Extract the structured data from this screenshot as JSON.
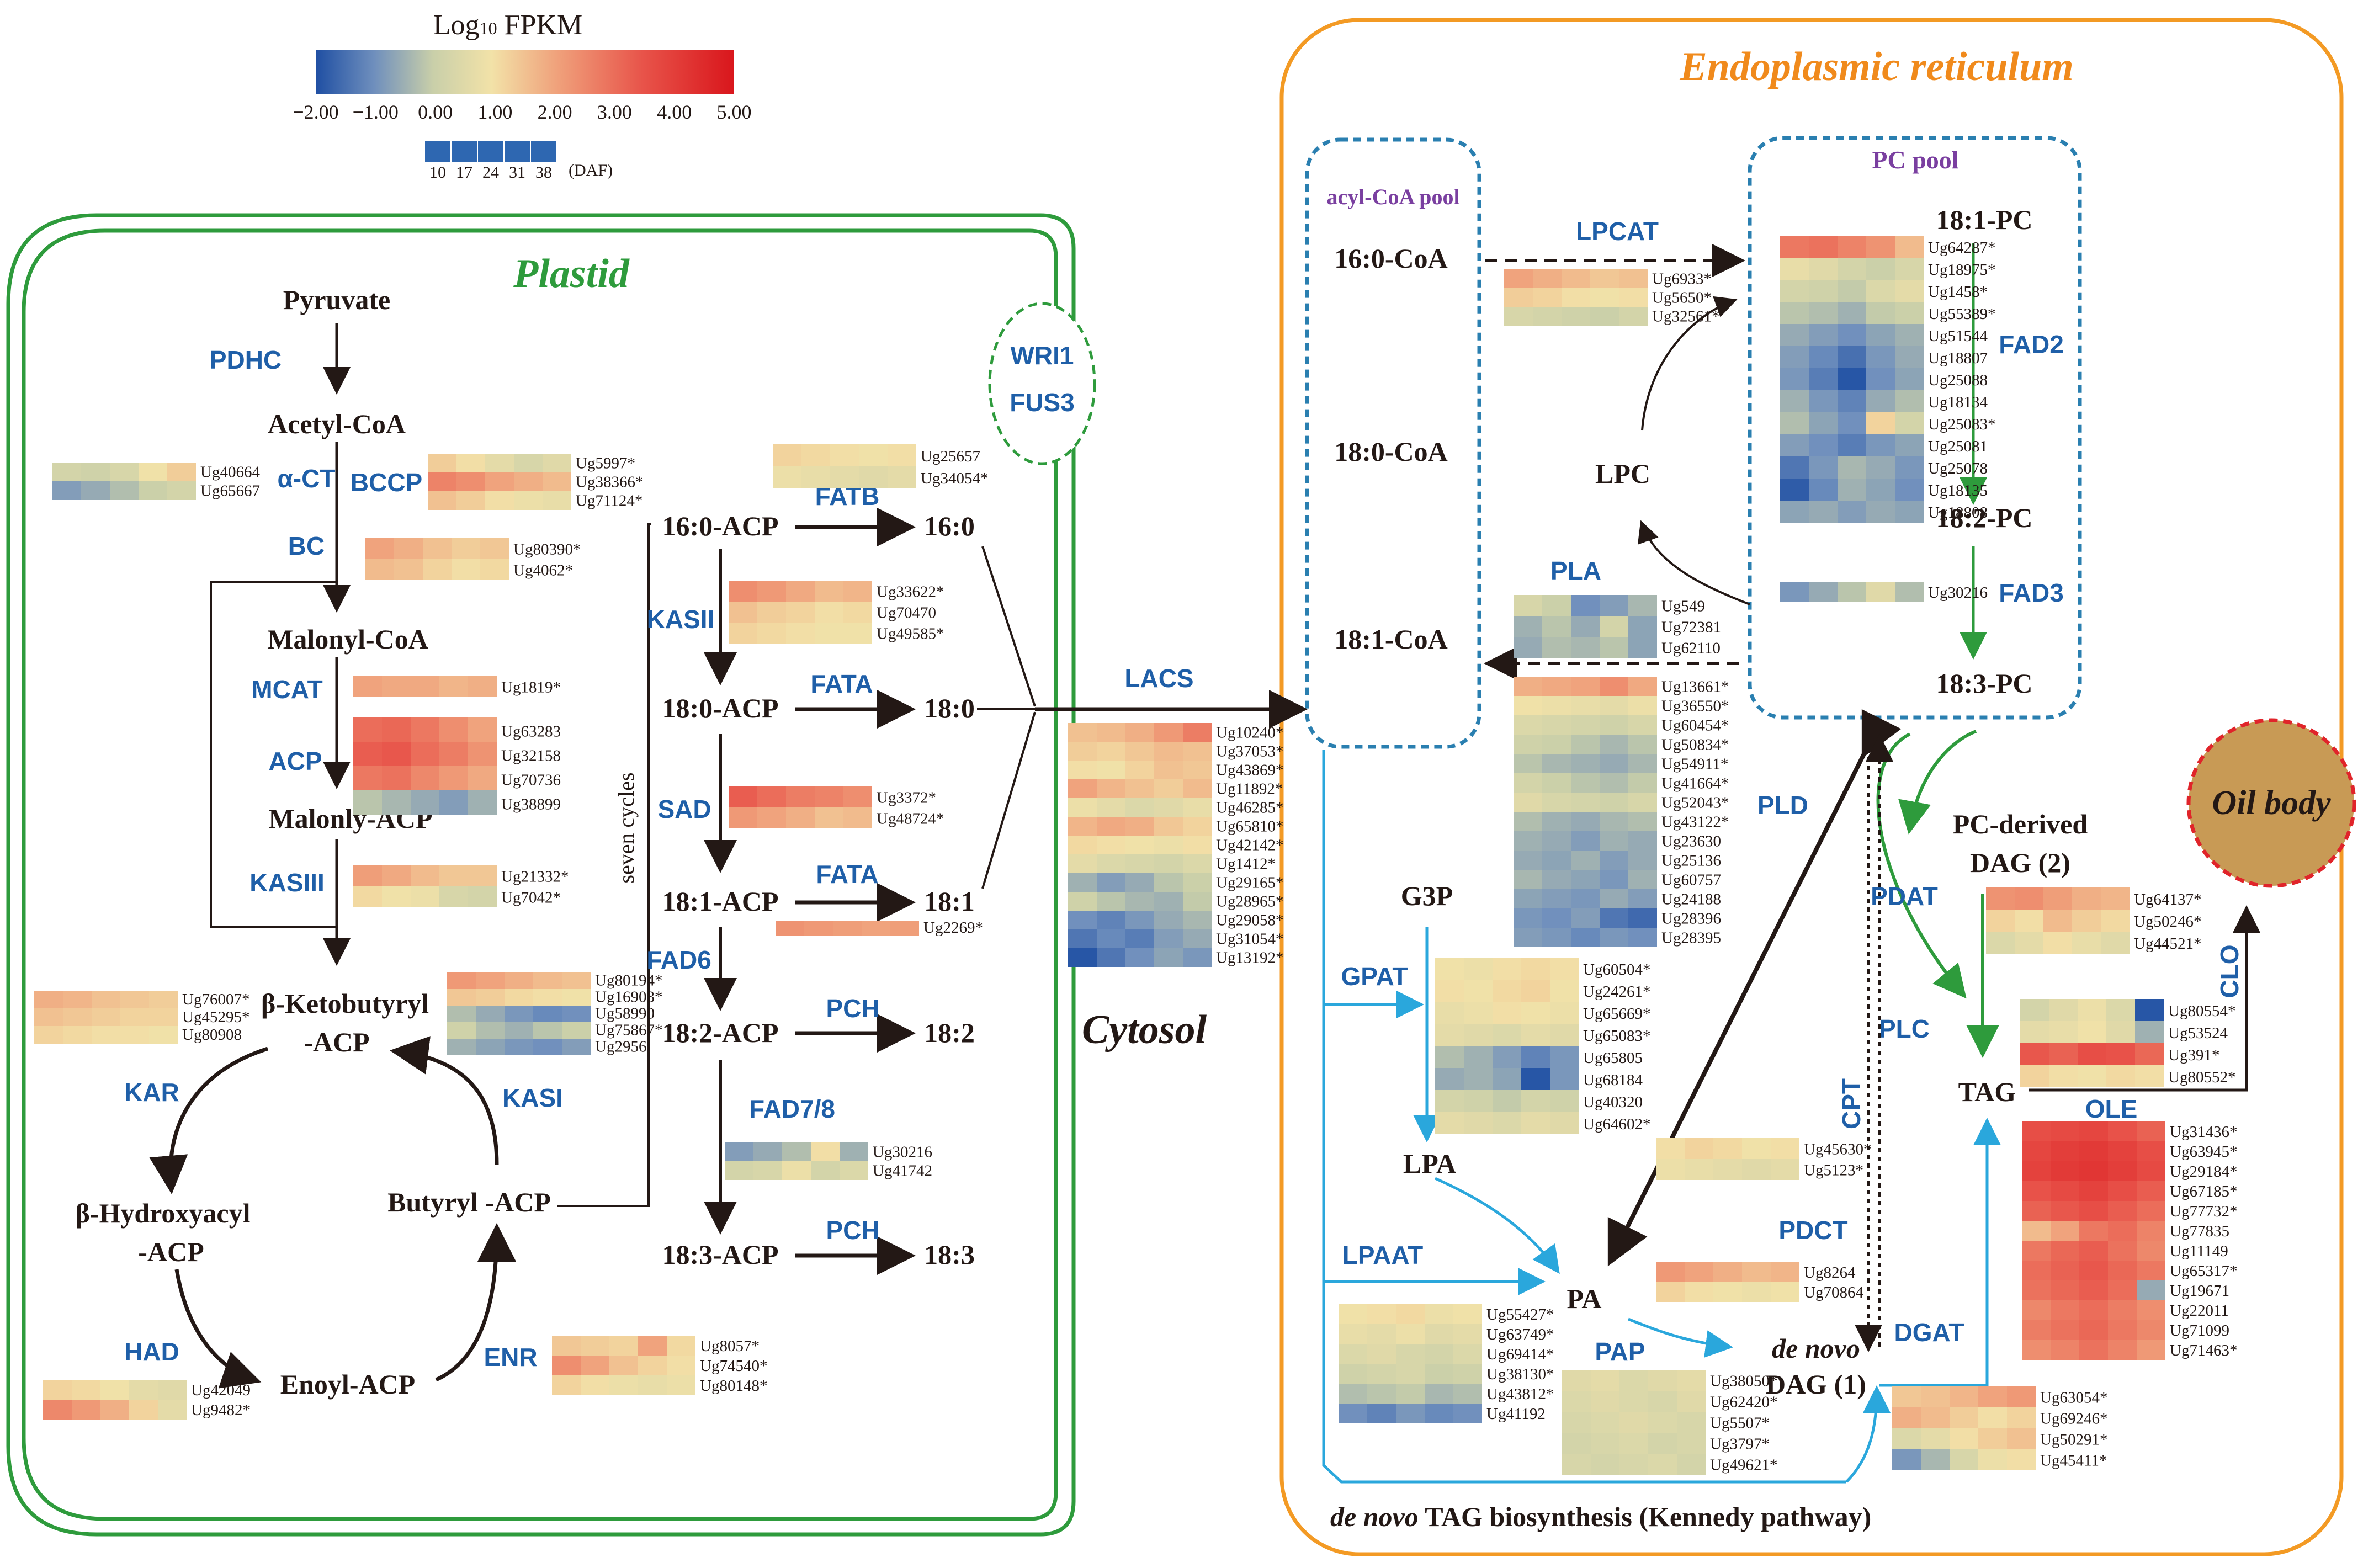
{
  "legend": {
    "title_prefix": "Log",
    "title_sub": "10",
    "title_suffix": " FPKM",
    "ticks": [
      "−2.00",
      "−1.00",
      "0.00",
      "1.00",
      "2.00",
      "3.00",
      "4.00",
      "5.00"
    ],
    "daf": [
      "10",
      "17",
      "24",
      "31",
      "38"
    ],
    "daf_label": "(DAF)",
    "colors": [
      "#1f4fa3",
      "#6f8fbd",
      "#c9cfa9",
      "#f2e2a8",
      "#f0a47d",
      "#e8544a",
      "#d9161c"
    ]
  },
  "regions": {
    "plastid": "Plastid",
    "er": "Endoplasmic reticulum",
    "cytosol": "Cytosol",
    "acyl_pool": "acyl-CoA pool",
    "pc_pool": "PC pool",
    "oil_body": "Oil body",
    "kennedy_italic": "de novo",
    "kennedy_rest": " TAG biosynthesis (Kennedy pathway)",
    "seven_cycles": "seven cycles"
  },
  "colors": {
    "plastid_border": "#2e9b3c",
    "er_border": "#f39a24",
    "pool_border": "#2a7fb0",
    "oil_fill": "#c89a55",
    "oil_border": "#e0242a",
    "blue_arrow": "#2aa7dc",
    "green_arrow": "#2e9b3c",
    "enzyme_text": "#1f5fa8",
    "region_plastid": "#2e9b3c",
    "region_er": "#f08a1c",
    "pool_label": "#7a3fa0"
  },
  "metabolites": {
    "pyruvate": "Pyruvate",
    "acetyl_coa": "Acetyl-CoA",
    "malonyl_coa": "Malonyl-CoA",
    "malonyl_acp": "Malonly-ACP",
    "ketobutyryl_1": "β-Ketobutyryl",
    "ketobutyryl_2": "-ACP",
    "hydroxyacyl_1": "β-Hydroxyacyl",
    "hydroxyacyl_2": "-ACP",
    "butyryl_acp": "Butyryl -ACP",
    "enoyl_acp": "Enoyl-ACP",
    "c160_acp": "16:0-ACP",
    "c180_acp": "18:0-ACP",
    "c181_acp": "18:1-ACP",
    "c182_acp": "18:2-ACP",
    "c183_acp": "18:3-ACP",
    "c160": "16:0",
    "c180": "18:0",
    "c181": "18:1",
    "c182": "18:2",
    "c183": "18:3",
    "coa160": "16:0-CoA",
    "coa180": "18:0-CoA",
    "coa181": "18:1-CoA",
    "pc181": "18:1-PC",
    "pc182": "18:2-PC",
    "pc183": "18:3-PC",
    "lpc": "LPC",
    "g3p": "G3P",
    "lpa": "LPA",
    "pa": "PA",
    "dag_italic": "de novo",
    "dag": "DAG (1)",
    "pcdag_1": "PC-derived",
    "pcdag_2": "DAG (2)",
    "tag": "TAG"
  },
  "enzymes": {
    "pdhc": "PDHC",
    "act": "α-CT",
    "bccp": "BCCP",
    "bc": "BC",
    "mcat": "MCAT",
    "acp": "ACP",
    "kasiii": "KASIII",
    "kar": "KAR",
    "kasi": "KASI",
    "had": "HAD",
    "enr": "ENR",
    "fatb": "FATB",
    "kasii": "KASII",
    "fata1": "FATA",
    "sad": "SAD",
    "fata2": "FATA",
    "fad6": "FAD6",
    "pch1": "PCH",
    "fad78": "FAD7/8",
    "pch2": "PCH",
    "wri1": "WRI1",
    "fus3": "FUS3",
    "lacs": "LACS",
    "lpcat": "LPCAT",
    "fad2": "FAD2",
    "fad3": "FAD3",
    "pla": "PLA",
    "pld": "PLD",
    "gpat": "GPAT",
    "lpaat": "LPAAT",
    "pap": "PAP",
    "plc": "PLC",
    "cpt": "CPT",
    "pdct": "PDCT",
    "dgat": "DGAT",
    "pdat": "PDAT",
    "clo": "CLO",
    "ole": "OLE"
  },
  "heatmaps": [
    {
      "genes": [
        "Ug40664",
        "Ug65667"
      ],
      "values": [
        [
          0.2,
          0.1,
          0.3,
          0.9,
          1.3
        ],
        [
          -0.8,
          -0.6,
          -0.3,
          0.0,
          0.2
        ]
      ]
    },
    {
      "genes": [
        "Ug5997*",
        "Ug38366*",
        "Ug71124*"
      ],
      "values": [
        [
          1.3,
          1.0,
          0.6,
          0.3,
          0.5
        ],
        [
          2.6,
          2.4,
          2.0,
          1.8,
          1.6
        ],
        [
          1.5,
          1.3,
          1.0,
          0.8,
          0.7
        ]
      ]
    },
    {
      "genes": [
        "Ug80390*",
        "Ug4062*"
      ],
      "values": [
        [
          2.0,
          1.8,
          1.5,
          1.3,
          1.4
        ],
        [
          1.6,
          1.5,
          1.2,
          1.0,
          1.1
        ]
      ]
    },
    {
      "genes": [
        "Ug1819*"
      ],
      "values": [
        [
          2.0,
          1.9,
          1.9,
          1.7,
          1.8
        ]
      ]
    },
    {
      "genes": [
        "Ug63283",
        "Ug32158",
        "Ug70736",
        "Ug38899"
      ],
      "values": [
        [
          3.0,
          3.1,
          2.8,
          2.4,
          2.0
        ],
        [
          3.3,
          3.4,
          3.0,
          2.7,
          2.3
        ],
        [
          2.8,
          2.9,
          2.5,
          2.2,
          1.9
        ],
        [
          -0.2,
          -0.4,
          -0.6,
          -0.8,
          -0.5
        ]
      ]
    },
    {
      "genes": [
        "Ug21332*",
        "Ug7042*"
      ],
      "values": [
        [
          2.1,
          1.9,
          1.6,
          1.4,
          1.4
        ],
        [
          1.1,
          0.9,
          0.8,
          0.3,
          0.2
        ]
      ]
    },
    {
      "genes": [
        "Ug76007*",
        "Ug45295*",
        "Ug80908"
      ],
      "values": [
        [
          1.8,
          1.7,
          1.5,
          1.4,
          1.3
        ],
        [
          1.5,
          1.4,
          1.3,
          1.2,
          1.2
        ],
        [
          1.2,
          1.1,
          1.0,
          1.0,
          0.9
        ]
      ]
    },
    {
      "genes": [
        "Ug80194*",
        "Ug16903*",
        "Ug58990",
        "Ug75867*",
        "Ug2956"
      ],
      "values": [
        [
          2.2,
          2.0,
          1.8,
          1.6,
          1.5
        ],
        [
          1.4,
          1.3,
          1.1,
          1.0,
          0.9
        ],
        [
          -0.3,
          -0.6,
          -0.9,
          -1.1,
          -1.0
        ],
        [
          0.1,
          -0.3,
          -0.5,
          -0.2,
          0.0
        ],
        [
          -0.5,
          -0.7,
          -0.9,
          -1.0,
          -0.8
        ]
      ]
    },
    {
      "genes": [
        "Ug42049",
        "Ug9482*"
      ],
      "values": [
        [
          1.2,
          1.1,
          0.9,
          0.6,
          0.5
        ],
        [
          2.5,
          2.2,
          1.8,
          1.2,
          0.6
        ]
      ]
    },
    {
      "genes": [
        "Ug8057*",
        "Ug74540*",
        "Ug80148*"
      ],
      "values": [
        [
          1.4,
          1.3,
          1.2,
          2.0,
          1.1
        ],
        [
          2.4,
          2.0,
          1.5,
          1.2,
          1.0
        ],
        [
          1.2,
          1.0,
          0.8,
          0.7,
          0.8
        ]
      ]
    },
    {
      "genes": [
        "Ug25657",
        "Ug34054*"
      ],
      "values": [
        [
          1.2,
          1.1,
          1.0,
          0.9,
          1.0
        ],
        [
          0.8,
          0.7,
          0.6,
          0.5,
          0.6
        ]
      ]
    },
    {
      "genes": [
        "Ug33622*",
        "Ug70470",
        "Ug49585*"
      ],
      "values": [
        [
          2.4,
          2.2,
          1.9,
          1.6,
          1.7
        ],
        [
          1.5,
          1.3,
          1.2,
          1.0,
          1.1
        ],
        [
          1.2,
          1.1,
          1.0,
          0.9,
          0.9
        ]
      ]
    },
    {
      "genes": [
        "Ug3372*",
        "Ug48724*"
      ],
      "values": [
        [
          3.3,
          3.0,
          2.7,
          2.6,
          2.4
        ],
        [
          2.2,
          2.0,
          1.8,
          1.5,
          1.6
        ]
      ]
    },
    {
      "genes": [
        "Ug2269*"
      ],
      "values": [
        [
          2.3,
          2.2,
          2.1,
          2.0,
          2.1
        ]
      ]
    },
    {
      "genes": [
        "Ug30216",
        "Ug41742"
      ],
      "values": [
        [
          -0.8,
          -0.6,
          -0.3,
          1.0,
          -0.5
        ],
        [
          0.2,
          0.3,
          0.8,
          0.2,
          0.4
        ]
      ]
    },
    {
      "genes": [
        "Ug10240*",
        "Ug37053*",
        "Ug43869*",
        "Ug11892*",
        "Ug46285*",
        "Ug65810*",
        "Ug42142*",
        "Ug1412*",
        "Ug29165*",
        "Ug28965*",
        "Ug29058*",
        "Ug31054*",
        "Ug13192*"
      ],
      "values": [
        [
          1.5,
          1.6,
          1.8,
          2.2,
          2.7
        ],
        [
          1.3,
          1.2,
          1.4,
          1.6,
          1.5
        ],
        [
          1.0,
          0.9,
          1.2,
          1.5,
          1.4
        ],
        [
          2.0,
          1.7,
          1.5,
          1.3,
          1.6
        ],
        [
          0.8,
          0.6,
          0.4,
          0.5,
          0.7
        ],
        [
          1.7,
          1.9,
          1.8,
          1.4,
          1.2
        ],
        [
          1.1,
          1.0,
          0.9,
          0.8,
          1.0
        ],
        [
          0.6,
          0.4,
          0.3,
          0.2,
          0.4
        ],
        [
          -0.5,
          -0.8,
          -0.6,
          -0.2,
          0.0
        ],
        [
          0.1,
          -0.2,
          -0.4,
          -0.5,
          -0.1
        ],
        [
          -1.0,
          -1.2,
          -0.9,
          -0.6,
          -0.4
        ],
        [
          -1.4,
          -1.1,
          -1.3,
          -0.8,
          -0.6
        ],
        [
          -1.9,
          -1.4,
          -1.0,
          -0.7,
          -0.9
        ]
      ]
    },
    {
      "genes": [
        "Ug6933*",
        "Ug5650*",
        "Ug32561*"
      ],
      "values": [
        [
          2.0,
          1.8,
          1.6,
          1.4,
          1.5
        ],
        [
          1.3,
          1.2,
          1.0,
          0.9,
          1.0
        ],
        [
          0.3,
          0.2,
          0.1,
          0.0,
          0.2
        ]
      ]
    },
    {
      "genes": [
        "Ug64287*",
        "Ug18975*",
        "Ug1458*",
        "Ug55389*",
        "Ug51544",
        "Ug18807",
        "Ug25088",
        "Ug18134",
        "Ug25083*",
        "Ug25081",
        "Ug25078",
        "Ug18135",
        "Ug18808"
      ],
      "values": [
        [
          2.8,
          2.9,
          2.6,
          2.3,
          1.6
        ],
        [
          0.7,
          0.5,
          0.2,
          0.0,
          0.3
        ],
        [
          0.2,
          0.1,
          -0.1,
          0.4,
          0.6
        ],
        [
          -0.2,
          -0.3,
          -0.5,
          -0.1,
          0.0
        ],
        [
          -0.6,
          -0.8,
          -1.0,
          -0.7,
          -0.5
        ],
        [
          -0.8,
          -1.1,
          -1.5,
          -0.9,
          -0.6
        ],
        [
          -0.9,
          -1.3,
          -1.9,
          -1.0,
          -0.7
        ],
        [
          -0.5,
          -0.9,
          -1.2,
          -0.6,
          -0.3
        ],
        [
          -0.3,
          -0.7,
          -1.0,
          1.2,
          0.2
        ],
        [
          -0.8,
          -1.0,
          -1.3,
          -0.9,
          -0.7
        ],
        [
          -1.4,
          -0.9,
          -0.4,
          -0.6,
          -0.9
        ],
        [
          -1.8,
          -1.1,
          -0.5,
          -0.7,
          -1.0
        ],
        [
          -0.7,
          -0.6,
          -0.8,
          -0.6,
          -0.7
        ]
      ]
    },
    {
      "genes": [
        "Ug30216"
      ],
      "values": [
        [
          -0.9,
          -0.6,
          -0.2,
          0.5,
          -0.3
        ]
      ]
    },
    {
      "genes": [
        "Ug549",
        "Ug72381",
        "Ug62110"
      ],
      "values": [
        [
          0.3,
          0.0,
          -1.0,
          -0.8,
          -0.4
        ],
        [
          -0.5,
          -0.2,
          -0.6,
          0.2,
          -0.7
        ],
        [
          -0.6,
          -0.3,
          -0.4,
          -0.2,
          -0.7
        ]
      ]
    },
    {
      "genes": [
        "Ug13661*",
        "Ug36550*",
        "Ug60454*",
        "Ug50834*",
        "Ug54911*",
        "Ug41664*",
        "Ug52043*",
        "Ug43122*",
        "Ug23630",
        "Ug25136",
        "Ug60757",
        "Ug24188",
        "Ug28396",
        "Ug28395"
      ],
      "values": [
        [
          1.8,
          1.9,
          2.0,
          2.4,
          1.9
        ],
        [
          0.9,
          0.8,
          0.7,
          0.6,
          0.8
        ],
        [
          0.4,
          0.3,
          0.2,
          0.1,
          0.3
        ],
        [
          0.1,
          0.0,
          -0.2,
          -0.4,
          -0.2
        ],
        [
          -0.2,
          -0.4,
          -0.5,
          -0.6,
          -0.4
        ],
        [
          0.2,
          0.0,
          -0.2,
          -0.3,
          -0.1
        ],
        [
          0.5,
          0.3,
          0.2,
          0.1,
          0.3
        ],
        [
          -0.3,
          -0.5,
          -0.6,
          -0.4,
          -0.3
        ],
        [
          -0.5,
          -0.6,
          -0.8,
          -0.5,
          -0.6
        ],
        [
          -0.6,
          -0.7,
          -0.5,
          -0.8,
          -0.6
        ],
        [
          -0.4,
          -0.6,
          -0.7,
          -0.9,
          -0.5
        ],
        [
          -0.7,
          -0.8,
          -0.9,
          -0.6,
          -0.8
        ],
        [
          -0.9,
          -1.0,
          -0.8,
          -1.4,
          -1.6
        ],
        [
          -0.8,
          -0.9,
          -1.1,
          -0.9,
          -1.0
        ]
      ]
    },
    {
      "genes": [
        "Ug60504*",
        "Ug24261*",
        "Ug65669*",
        "Ug65083*",
        "Ug65805",
        "Ug68184",
        "Ug40320",
        "Ug64602*"
      ],
      "values": [
        [
          0.9,
          0.8,
          1.0,
          1.1,
          1.0
        ],
        [
          1.0,
          0.9,
          1.1,
          1.2,
          0.9
        ],
        [
          0.7,
          0.8,
          1.0,
          0.9,
          0.8
        ],
        [
          0.6,
          0.5,
          0.4,
          0.6,
          0.5
        ],
        [
          -0.3,
          -0.5,
          -0.8,
          -1.2,
          -0.9
        ],
        [
          -0.6,
          -0.5,
          -0.7,
          -1.9,
          -0.9
        ],
        [
          0.2,
          0.1,
          -0.1,
          0.2,
          0.1
        ],
        [
          0.6,
          0.5,
          0.4,
          0.6,
          0.5
        ]
      ]
    },
    {
      "genes": [
        "Ug45630*",
        "Ug5123*"
      ],
      "values": [
        [
          1.0,
          1.2,
          1.1,
          0.9,
          1.0
        ],
        [
          0.8,
          0.7,
          0.6,
          0.5,
          0.6
        ]
      ]
    },
    {
      "genes": [
        "Ug55427*",
        "Ug63749*",
        "Ug69414*",
        "Ug38130*",
        "Ug43812*",
        "Ug41192"
      ],
      "values": [
        [
          0.9,
          1.0,
          1.1,
          0.8,
          0.9
        ],
        [
          0.7,
          0.6,
          0.8,
          0.5,
          0.6
        ],
        [
          0.4,
          0.5,
          0.3,
          0.2,
          0.4
        ],
        [
          0.1,
          0.2,
          0.3,
          0.0,
          0.1
        ],
        [
          -0.3,
          -0.2,
          -0.1,
          -0.4,
          -0.3
        ],
        [
          -1.0,
          -1.2,
          -0.9,
          -1.1,
          -1.0
        ]
      ]
    },
    {
      "genes": [
        "Ug38050*",
        "Ug62420*",
        "Ug5507*",
        "Ug3797*",
        "Ug49621*"
      ],
      "values": [
        [
          0.5,
          0.6,
          0.4,
          0.5,
          0.6
        ],
        [
          0.4,
          0.5,
          0.4,
          0.3,
          0.5
        ],
        [
          0.3,
          0.4,
          0.5,
          0.4,
          0.3
        ],
        [
          0.2,
          0.3,
          0.4,
          0.2,
          0.3
        ],
        [
          0.3,
          0.2,
          0.3,
          0.4,
          0.2
        ]
      ]
    },
    {
      "genes": [
        "Ug8264",
        "Ug70864"
      ],
      "values": [
        [
          2.2,
          2.0,
          1.8,
          1.6,
          1.7
        ],
        [
          1.2,
          1.0,
          0.9,
          0.8,
          0.9
        ]
      ]
    },
    {
      "genes": [
        "Ug64137*",
        "Ug50246*",
        "Ug44521*"
      ],
      "values": [
        [
          2.3,
          2.4,
          2.1,
          1.8,
          1.7
        ],
        [
          1.2,
          1.0,
          1.6,
          1.3,
          1.1
        ],
        [
          0.4,
          0.6,
          1.0,
          0.7,
          0.5
        ]
      ]
    },
    {
      "genes": [
        "Ug80554*",
        "Ug53524",
        "Ug391*",
        "Ug80552*"
      ],
      "values": [
        [
          0.2,
          0.5,
          0.8,
          0.4,
          -1.9
        ],
        [
          0.6,
          0.7,
          0.9,
          0.5,
          -0.5
        ],
        [
          3.4,
          3.2,
          3.6,
          3.5,
          3.1
        ],
        [
          1.2,
          1.0,
          0.9,
          1.1,
          1.0
        ]
      ]
    },
    {
      "genes": [
        "Ug31436*",
        "Ug63945*",
        "Ug29184*",
        "Ug67185*",
        "Ug77732*",
        "Ug77835",
        "Ug11149",
        "Ug65317*",
        "Ug19671",
        "Ug22011",
        "Ug71099",
        "Ug71463*"
      ],
      "values": [
        [
          3.6,
          3.7,
          3.8,
          3.5,
          3.2
        ],
        [
          3.8,
          4.0,
          4.1,
          3.9,
          3.6
        ],
        [
          3.9,
          4.1,
          4.2,
          4.0,
          3.7
        ],
        [
          3.5,
          3.7,
          3.9,
          3.6,
          3.3
        ],
        [
          3.2,
          3.4,
          3.6,
          3.3,
          3.0
        ],
        [
          1.6,
          2.0,
          2.8,
          3.0,
          2.6
        ],
        [
          2.8,
          3.1,
          3.3,
          2.9,
          2.5
        ],
        [
          3.0,
          3.2,
          3.4,
          3.1,
          2.8
        ],
        [
          2.9,
          3.1,
          3.3,
          3.0,
          -0.6
        ],
        [
          2.5,
          2.8,
          3.0,
          2.7,
          2.4
        ],
        [
          2.7,
          2.9,
          3.1,
          2.8,
          2.5
        ],
        [
          2.4,
          2.6,
          2.9,
          2.6,
          2.2
        ]
      ]
    },
    {
      "genes": [
        "Ug63054*",
        "Ug69246*",
        "Ug50291*",
        "Ug45411*"
      ],
      "values": [
        [
          1.4,
          1.5,
          1.7,
          2.0,
          2.2
        ],
        [
          1.8,
          1.6,
          1.3,
          1.0,
          1.2
        ],
        [
          0.4,
          0.6,
          1.0,
          1.3,
          1.5
        ],
        [
          -0.9,
          -0.4,
          0.3,
          0.8,
          1.0
        ]
      ]
    }
  ]
}
